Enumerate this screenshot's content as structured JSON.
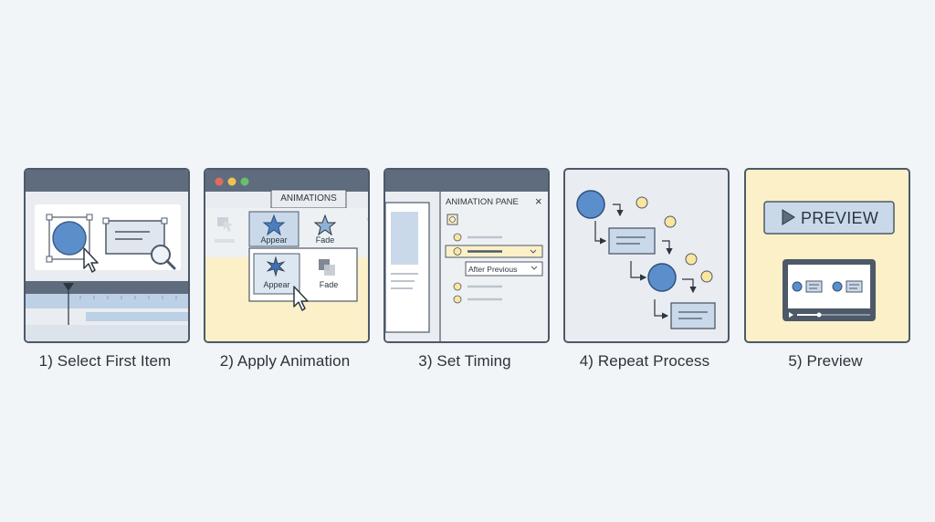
{
  "steps": [
    {
      "caption": "1) Select First Item"
    },
    {
      "caption": "2) Apply Animation"
    },
    {
      "caption": "3) Set Timing"
    },
    {
      "caption": "4) Repeat Process"
    },
    {
      "caption": "5) Preview"
    }
  ],
  "panel2": {
    "tab_label": "ANIMATIONS",
    "appear_label": "Appear",
    "fade_label": "Fade",
    "dropdown_appear_label": "Appear",
    "dropdown_fade_label": "Fade"
  },
  "panel3": {
    "pane_title": "ANIMATION PANE",
    "close_glyph": "×",
    "timing_option": "After Previous"
  },
  "panel5": {
    "preview_button_label": "PREVIEW"
  },
  "colors": {
    "accent_blue": "#5b8fcc",
    "highlight_yellow": "#fbf0c8",
    "frame_dark": "#4d5968"
  }
}
